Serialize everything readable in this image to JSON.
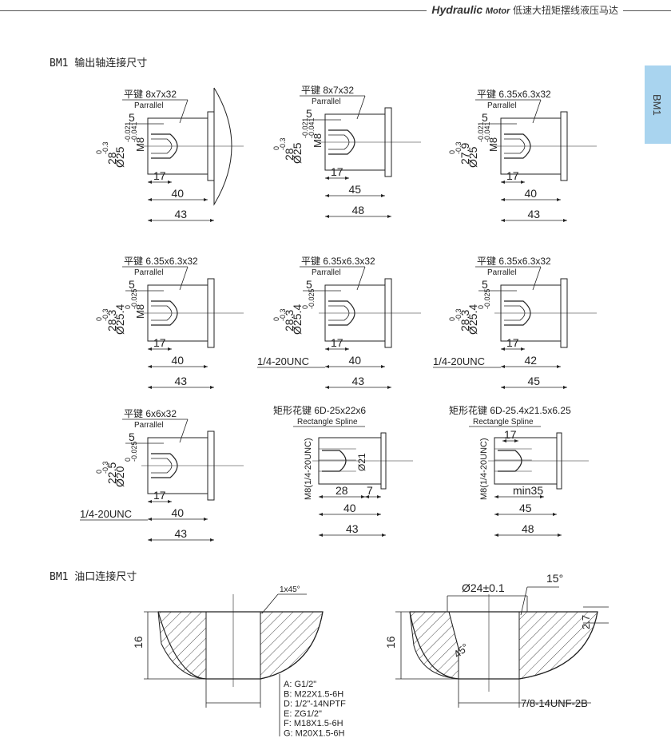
{
  "header": {
    "brand_bold": "Hydraulic",
    "brand_small": "Motor",
    "brand_cn": "低速大扭矩摆线液压马达"
  },
  "side_tab": "BM1",
  "section_shaft": "BM1 输出轴连接尺寸",
  "section_port": "BM1 油口连接尺寸",
  "shafts": [
    {
      "key": "平键 8x7x32",
      "sub": "Parrallel",
      "key_w": "5",
      "tol_top": "0",
      "tol_bot": "-0.3",
      "h": "28",
      "dia": "Ø25",
      "dia_tol_top": "-0.021",
      "dia_tol_bot": "-0.041",
      "thread": "M8",
      "d1": "17",
      "d2": "40",
      "d3": "43",
      "unc": ""
    },
    {
      "key": "平键 8x7x32",
      "sub": "Parrallel",
      "key_w": "5",
      "tol_top": "0",
      "tol_bot": "-0.3",
      "h": "28",
      "dia": "Ø25",
      "dia_tol_top": "-0.021",
      "dia_tol_bot": "-0.041",
      "thread": "M8",
      "d1": "17",
      "d2": "45",
      "d3": "48",
      "unc": ""
    },
    {
      "key": "平键 6.35x6.3x32",
      "sub": "Parrallel",
      "key_w": "5",
      "tol_top": "0",
      "tol_bot": "-0.3",
      "h": "27.9",
      "dia": "Ø25",
      "dia_tol_top": "-0.021",
      "dia_tol_bot": "-0.041",
      "thread": "M8",
      "d1": "17",
      "d2": "40",
      "d3": "43",
      "unc": ""
    },
    {
      "key": "平键 6.35x6.3x32",
      "sub": "Parrallel",
      "key_w": "5",
      "tol_top": "0",
      "tol_bot": "-0.3",
      "h": "28.3",
      "dia": "Ø25.4",
      "dia_tol_top": "0",
      "dia_tol_bot": "-0.025",
      "thread": "M8",
      "d1": "17",
      "d2": "40",
      "d3": "43",
      "unc": ""
    },
    {
      "key": "平键 6.35x6.3x32",
      "sub": "Parrallel",
      "key_w": "5",
      "tol_top": "0",
      "tol_bot": "-0.3",
      "h": "28.3",
      "dia": "Ø25.4",
      "dia_tol_top": "0",
      "dia_tol_bot": "-0.025",
      "thread": "",
      "d1": "17",
      "d2": "40",
      "d3": "43",
      "unc": "1/4-20UNC"
    },
    {
      "key": "平键 6.35x6.3x32",
      "sub": "Parrallel",
      "key_w": "5",
      "tol_top": "0",
      "tol_bot": "-0.3",
      "h": "28.3",
      "dia": "Ø25.4",
      "dia_tol_top": "0",
      "dia_tol_bot": "-0.025",
      "thread": "",
      "d1": "17",
      "d2": "42",
      "d3": "45",
      "unc": "1/4-20UNC"
    },
    {
      "key": "平键 6x6x32",
      "sub": "Parrallel",
      "key_w": "5",
      "tol_top": "0",
      "tol_bot": "-0.3",
      "h": "22.5",
      "dia": "Ø20",
      "dia_tol_top": "0",
      "dia_tol_bot": "-0.025",
      "thread": "",
      "d1": "17",
      "d2": "40",
      "d3": "43",
      "unc": "1/4-20UNC"
    }
  ],
  "splines": [
    {
      "key": "矩形花键 6D-25x22x6",
      "sub": "Rectangle Spline",
      "thread_side": "M8(1/4-20UNC)",
      "dia": "Ø21",
      "d_a": "28",
      "d_b": "7",
      "d2": "40",
      "d3": "43"
    },
    {
      "key": "矩形花键 6D-25.4x21.5x6.25",
      "sub": "Rectangle Spline",
      "thread_side": "M8(1/4-20UNC)",
      "top": "17",
      "d_a": "min35",
      "d2": "45",
      "d3": "48"
    }
  ],
  "port_left": {
    "depth": "16",
    "chamfer": "1x45°",
    "threads": [
      "A: G1/2\"",
      "B: M22X1.5-6H",
      "D: 1/2\"-14NPTF",
      "E:  ZG1/2\"",
      "F: M18X1.5-6H",
      "G: M20X1.5-6H"
    ]
  },
  "port_right": {
    "depth": "16",
    "dia": "Ø24±0.1",
    "angle_top": "15°",
    "angle_mid": "45°",
    "step": "2.7",
    "thread": "7/8-14UNF-2B"
  }
}
